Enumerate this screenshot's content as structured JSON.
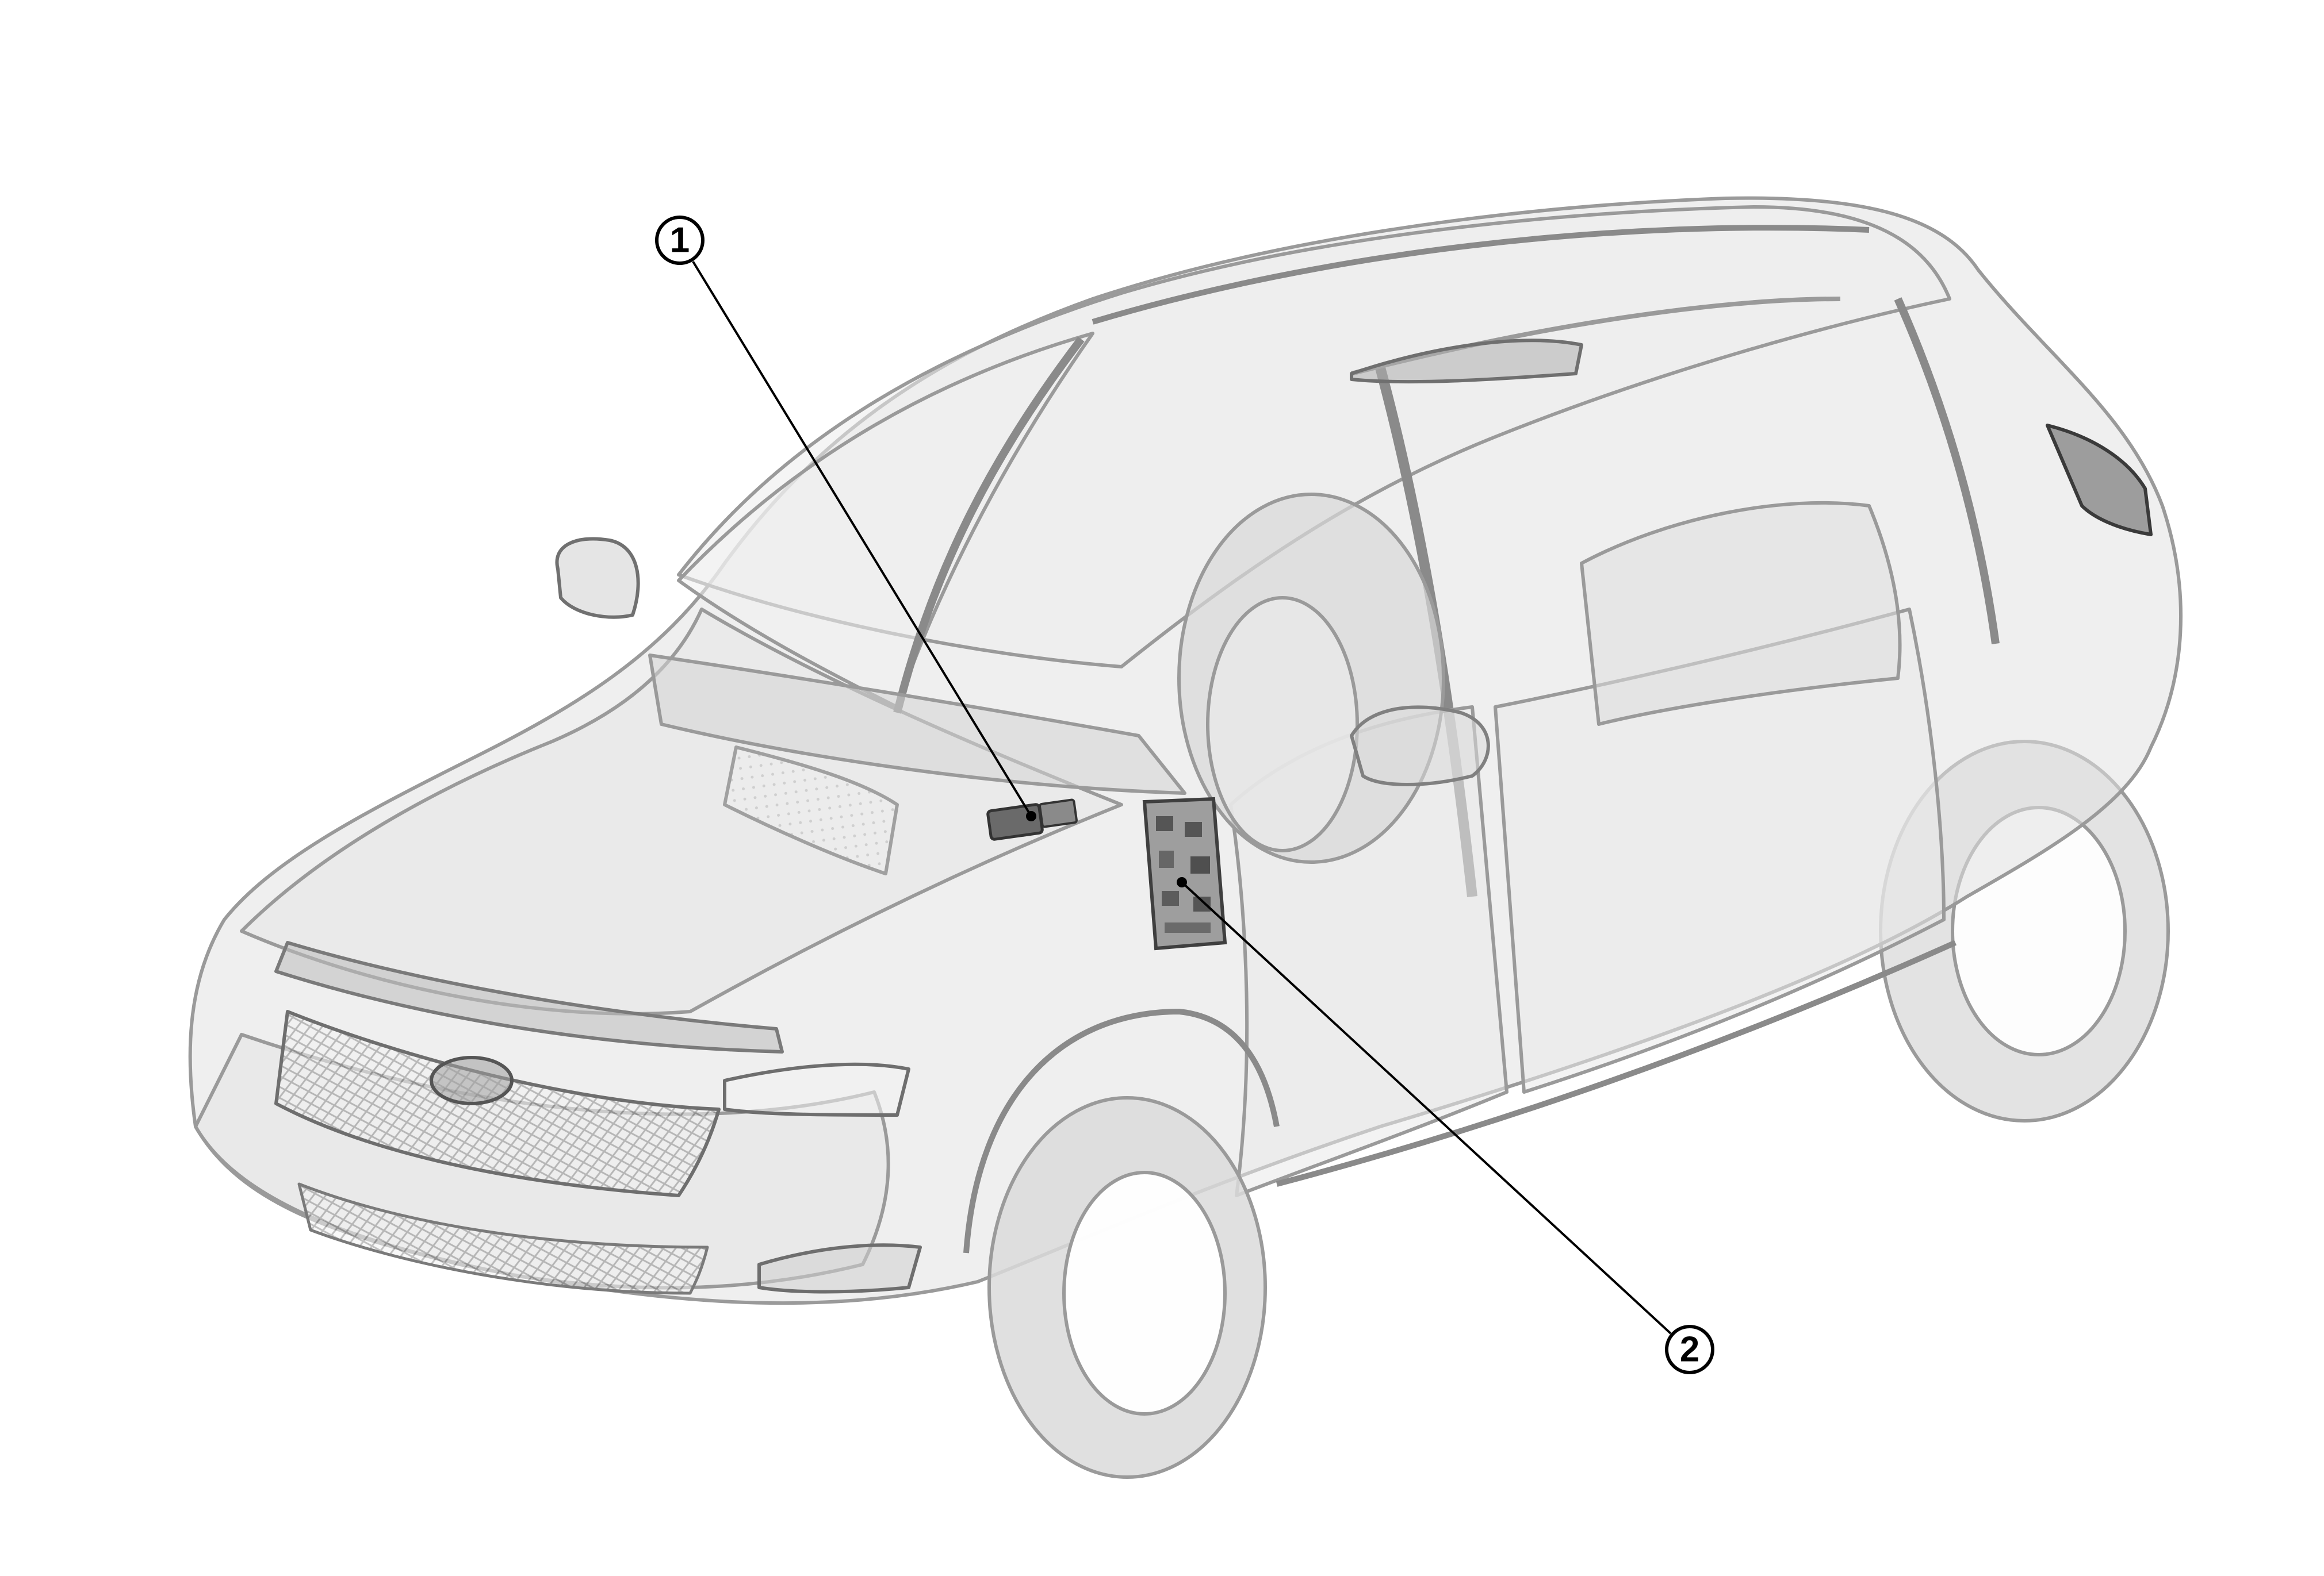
{
  "callouts": [
    {
      "id": "1",
      "label": "1"
    },
    {
      "id": "2",
      "label": "2"
    }
  ],
  "colors": {
    "background": "#ffffff",
    "line": "#000000",
    "body_fill": "#e2e2e2",
    "body_stroke": "#9a9a9a",
    "part_dark": "#6a6a6a"
  }
}
